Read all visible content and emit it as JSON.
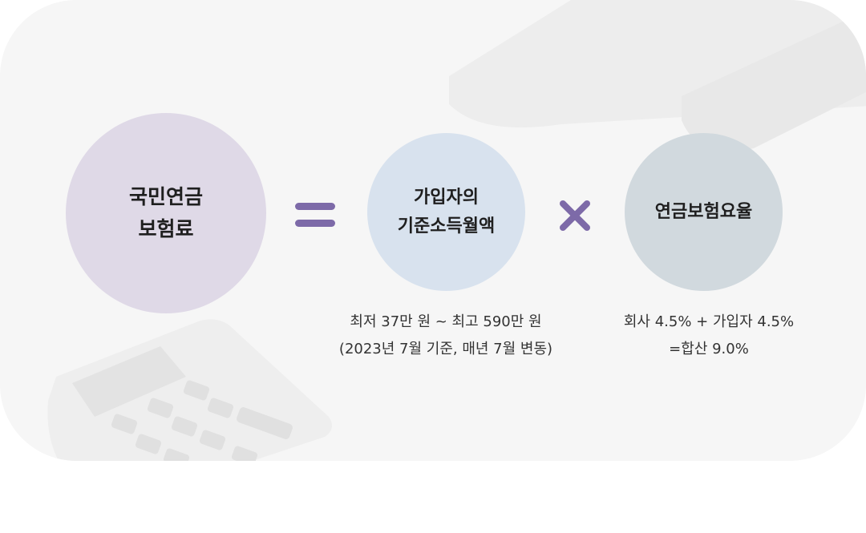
{
  "formula": {
    "result": {
      "label": "국민연금\n보험료",
      "color": "#dfd9e7"
    },
    "equals_icon": "equals-icon",
    "operand1": {
      "label": "가입자의\n기준소득월액",
      "color": "#d8e2ee",
      "notes": [
        "최저 37만 원 ~ 최고 590만 원",
        "(2023년 7월 기준, 매년 7월 변동)"
      ]
    },
    "multiply_icon": "multiply-icon",
    "operand2": {
      "label": "연금보험요율",
      "color": "#d1d9de",
      "notes": [
        "회사 4.5% + 가입자 4.5%",
        "=합산 9.0%"
      ]
    },
    "operator_color": "#7d6aa8"
  },
  "background": {
    "decoration": "calculator-illustration",
    "panel_color": "#f6f6f6"
  }
}
